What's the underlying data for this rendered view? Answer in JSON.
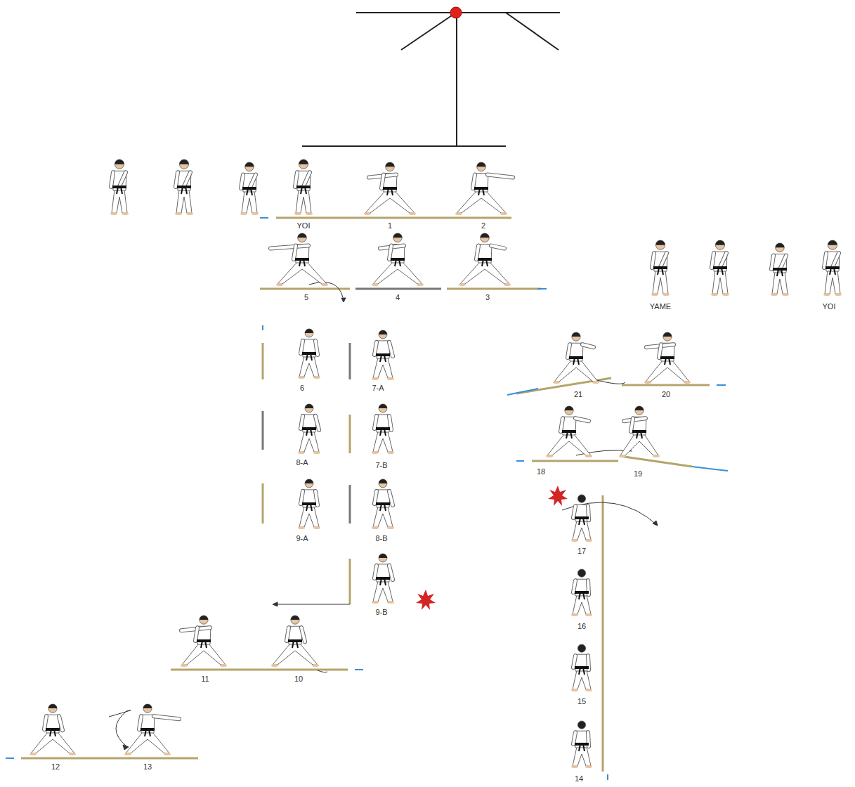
{
  "diagram": {
    "labels": [
      "YOI",
      "1",
      "2",
      "5",
      "4",
      "3",
      "YAME",
      "YOI",
      "6",
      "7-A",
      "21",
      "20",
      "8-A",
      "7-B",
      "18",
      "19",
      "9-A",
      "8-B",
      "17",
      "9-B",
      "16",
      "11",
      "10",
      "15",
      "12",
      "13",
      "14"
    ]
  }
}
